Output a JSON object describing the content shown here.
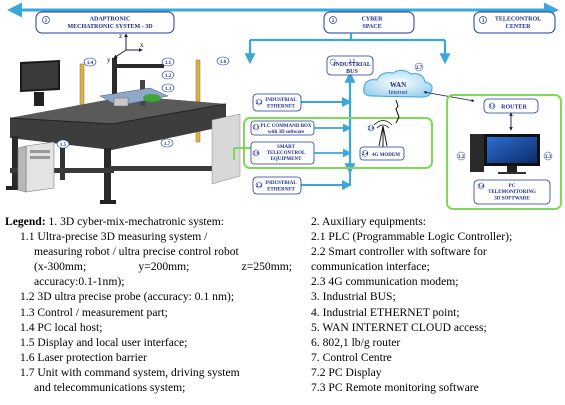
{
  "diagram": {
    "top_boxes": [
      {
        "num": "1",
        "line1": "ADAPTRONIC",
        "line2": "MECHATRONIC SYSTEM - 3D"
      },
      {
        "num": "2",
        "line1": "CYBER",
        "line2": "SPACE"
      },
      {
        "num": "3",
        "line1": "TELECONTROL",
        "line2": "CENTER"
      }
    ],
    "nodes": {
      "industrial_bus": {
        "num": "2.5",
        "line1": "INDUSTRIAL",
        "line2": "BUS"
      },
      "wan": {
        "num": "2.7",
        "line1": "WAN",
        "line2": "Internet"
      },
      "eth_top": {
        "num": "2.2",
        "line1": "INDUSTRIAL",
        "line2": "ETHERNET"
      },
      "plc": {
        "num": "2.1",
        "line1": "PLC COMMAND BOX",
        "line2": "with 3D software"
      },
      "smart": {
        "num": "2.6",
        "line1": "SMART",
        "line2": "TELECONTROL",
        "line3": "EQUIPMENT"
      },
      "antenna": {
        "num": "2.6"
      },
      "modem": {
        "num": "2.4",
        "line1": "4G MODEM"
      },
      "eth_bottom": {
        "num": "2.2",
        "line1": "INDUSTRIAL",
        "line2": "ETHERNET"
      },
      "router": {
        "num": "3.1",
        "line1": "ROUTER"
      },
      "pc": {
        "num": "3.4",
        "line1": "PC",
        "line2": "TELEMONITORING",
        "line3": "3D SOFTWARE"
      },
      "pc_side_left": "3.2",
      "pc_side_right": "3.3"
    },
    "photo_labels": [
      "1.1",
      "1.2",
      "1.3",
      "1.4",
      "1.5",
      "1.6",
      "1.7"
    ],
    "axis_labels": {
      "x": "x",
      "y": "y",
      "z": "z"
    },
    "colors": {
      "box_border": "#1f3a9a",
      "arrow": "#3aa7d8",
      "green": "#7ed957",
      "text": "#1a2a8a"
    }
  },
  "legend": {
    "left": {
      "head_bold": "Legend:",
      "head_rest": " 1. 3D cyber-mix-mechatronic system:",
      "l11a": "1.1 Ultra-precise 3D measuring system /",
      "l11b": "measuring robot / ultra precise control robot",
      "l11c_x": "(x-300mm;",
      "l11c_y": "y=200mm;",
      "l11c_z": "z=250mm;",
      "l11d": "accuracy:0.1-1nm);",
      "l12": "1.2 3D ultra precise probe (accuracy: 0.1 nm);",
      "l13": "1.3 Control / measurement part;",
      "l14": "1.4 PC local host;",
      "l15": "1.5 Display and local user interface;",
      "l16": "1.6 Laser protection barrier",
      "l17a": "1.7 Unit with command system, driving system",
      "l17b": "and telecommunications system;"
    },
    "right": {
      "r2": "2. Auxiliary equipments:",
      "r21": "2.1 PLC (Programmable Logic Controller);",
      "r22a": "2.2 Smart controller with software for",
      "r22b": "communication interface;",
      "r23": "2.3 4G communication modem;",
      "r3": "3. Industrial BUS;",
      "r4": "4. Industrial ETHERNET point;",
      "r5": "5. WAN INTERNET CLOUD access;",
      "r6": "6. 802,1 lb/g router",
      "r7": "7. Control Centre",
      "r72": "7.2 PC Display",
      "r73": "7.3 PC Remote monitoring software"
    }
  }
}
